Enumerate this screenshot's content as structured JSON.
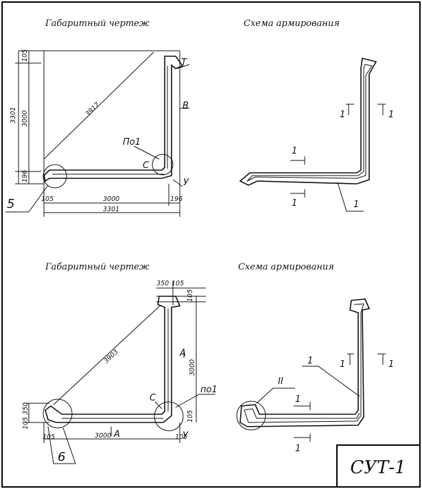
{
  "sheet": {
    "code": "СУТ-1"
  },
  "panel_top_left": {
    "title": "Габаритный чертеж",
    "dims": {
      "diag": "3917",
      "h_total": "3301",
      "h_inner": "3000",
      "h_top": "105",
      "h_bot": "196",
      "w_inner": "3000",
      "w_total": "3301",
      "w_left": "105",
      "w_right": "196"
    },
    "labels": {
      "po1": "По1",
      "c": "С",
      "v": "В",
      "u": "У",
      "t": "Т",
      "callout": "5"
    }
  },
  "panel_top_right": {
    "title": "Схема армирования",
    "labels": {
      "sec_v_left": "1",
      "sec_v_right": "1",
      "sec_h_top": "1",
      "sec_h_bot": "1",
      "rebar": "1"
    }
  },
  "panel_bottom_left": {
    "title": "Габаритный чертеж",
    "dims": {
      "diag": "3903",
      "top_w": "350",
      "top_w2": "105",
      "top_h": "105",
      "v_len": "3000",
      "h_len": "3000",
      "left_h": "105 350",
      "left_w": "105",
      "right_w": "105",
      "right_h": "105"
    },
    "labels": {
      "a_v": "А",
      "a_h": "А",
      "c": "С",
      "po1": "по1",
      "u": "У",
      "callout": "6"
    }
  },
  "panel_bottom_right": {
    "title": "Схема армирования",
    "labels": {
      "sec_v_left": "1",
      "sec_v_right": "1",
      "sec_h_top": "1",
      "sec_h_bot": "1",
      "rebar": "1",
      "node": "II"
    }
  }
}
